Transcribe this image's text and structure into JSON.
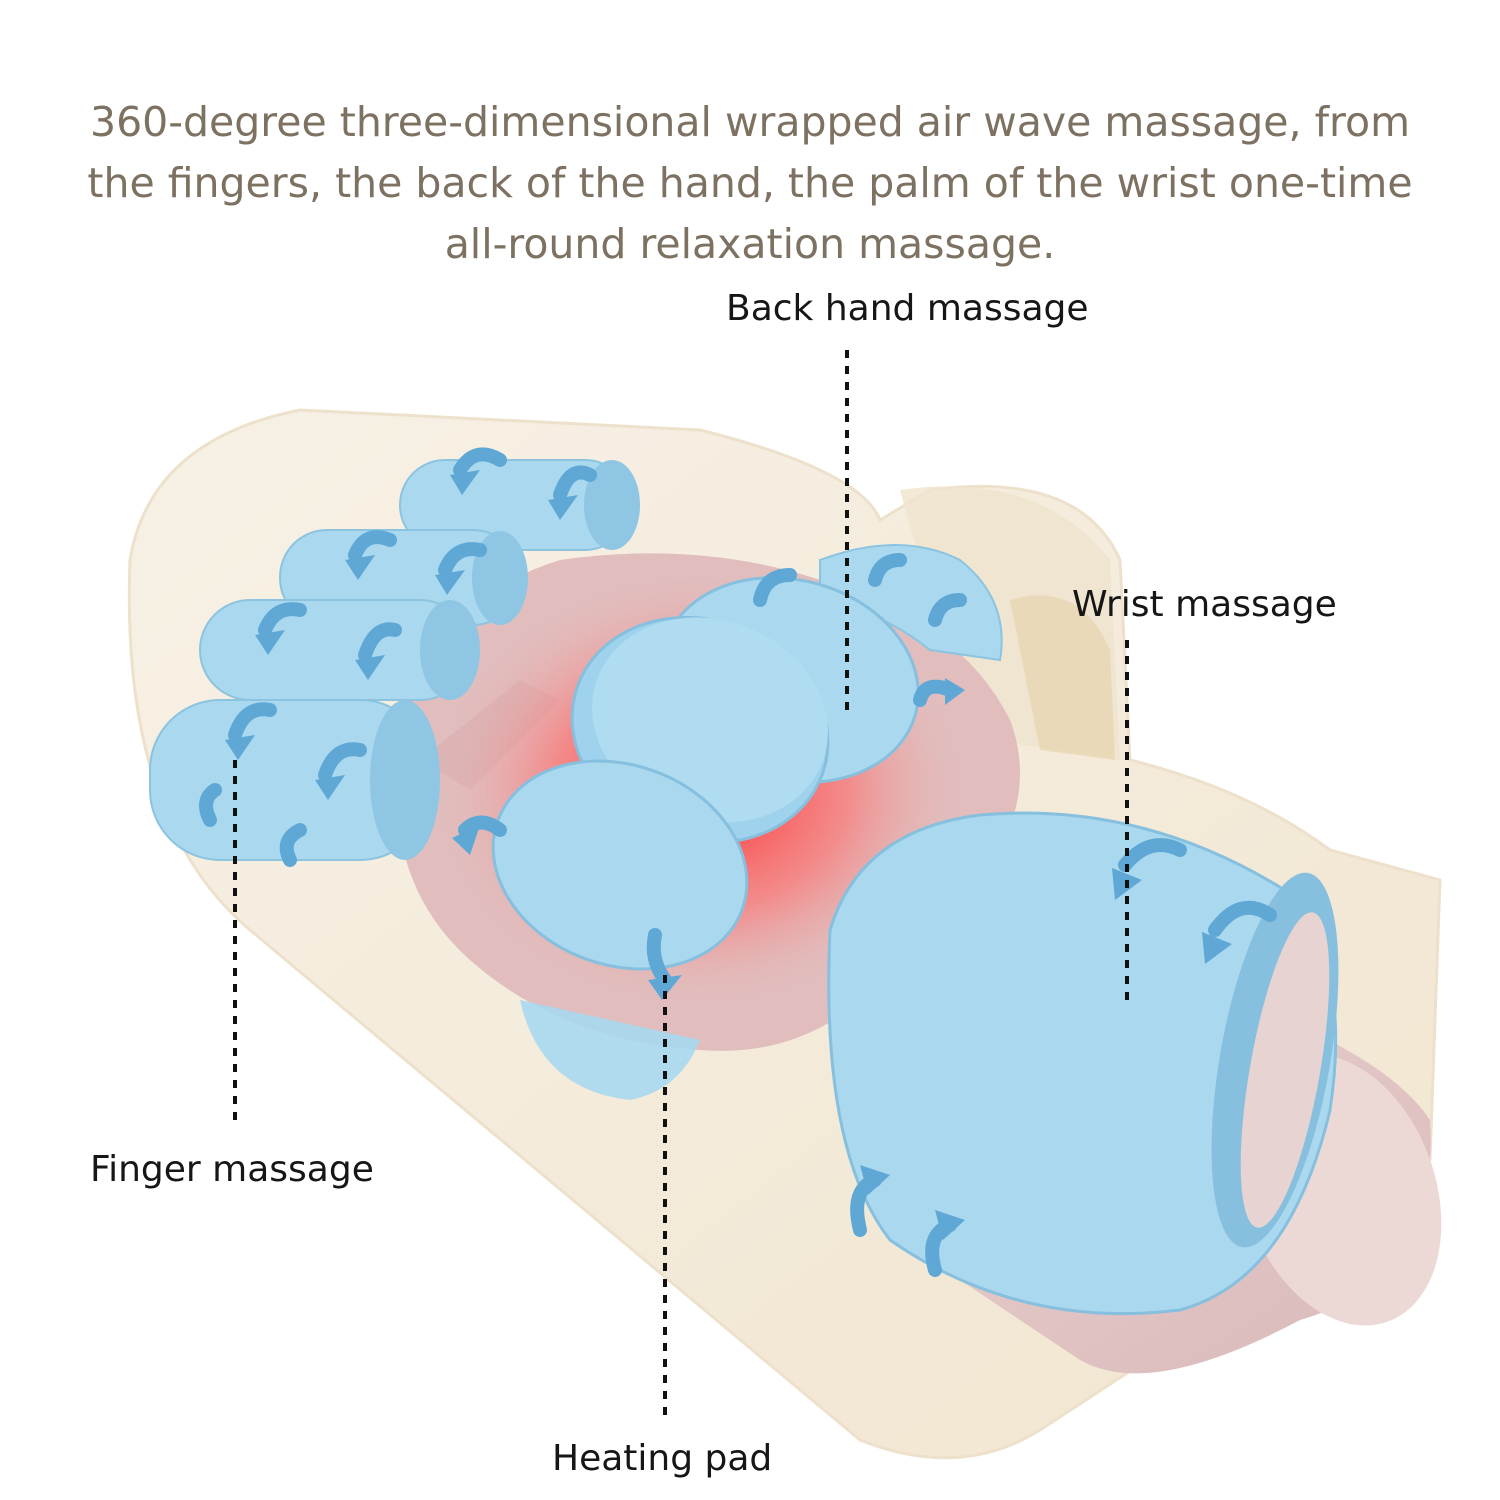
{
  "headline": {
    "line1": "360-degree three-dimensional wrapped air wave massage, from",
    "line2": "the fingers, the back of the hand, the palm of the wrist one-time",
    "line3": "all-round relaxation massage."
  },
  "callouts": {
    "back_hand": "Back hand massage",
    "wrist": "Wrist massage",
    "finger": "Finger massage",
    "heating": "Heating pad"
  },
  "colors": {
    "headline_text": "#7d7262",
    "label_text": "#161616",
    "airbag_blue": "#a9d8ef",
    "arrow_blue": "#5fa8d6",
    "hand_skin": "#e3bfc0",
    "heat_red": "#ff2a2a",
    "shell": "#f3e8d4"
  }
}
